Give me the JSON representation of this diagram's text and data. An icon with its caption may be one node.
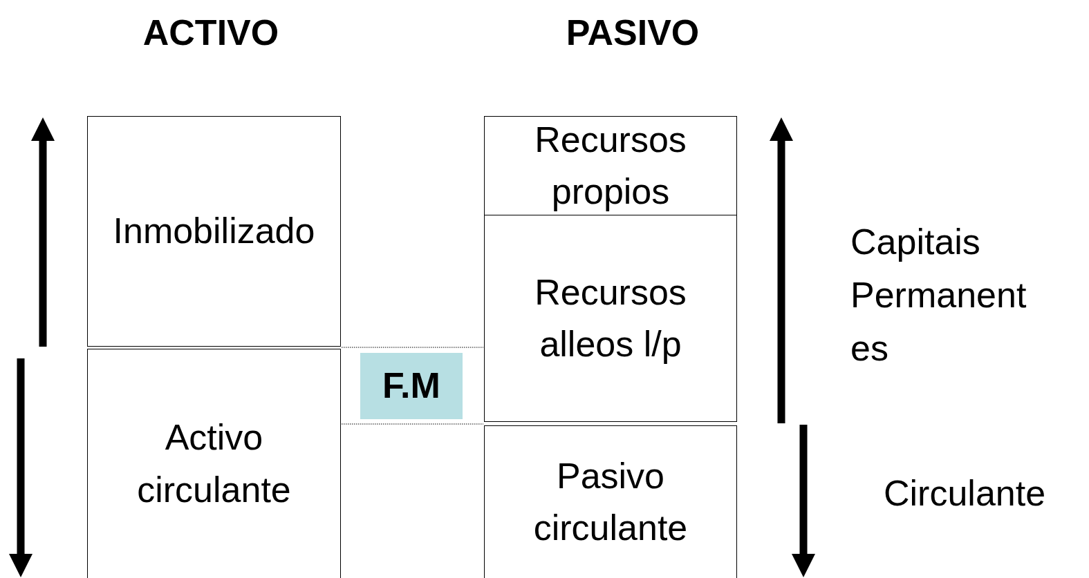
{
  "diagram": {
    "nodes": [
      {
        "text": [
          "Inmobilizado"
        ]
      },
      {
        "text": [
          "Activo circulante"
        ]
      },
      {
        "text": [
          "F.M"
        ]
      },
      {
        "text": [
          "Recursos propios"
        ]
      },
      {
        "text": [
          "Recursos alleos l/p"
        ]
      },
      {
        "text": [
          "Pasivo circulante"
        ]
      }
    ],
    "labels": [
      "ACTIVO",
      "PASIVO",
      "Capitais Permanent es",
      "Circulante"
    ]
  }
}
